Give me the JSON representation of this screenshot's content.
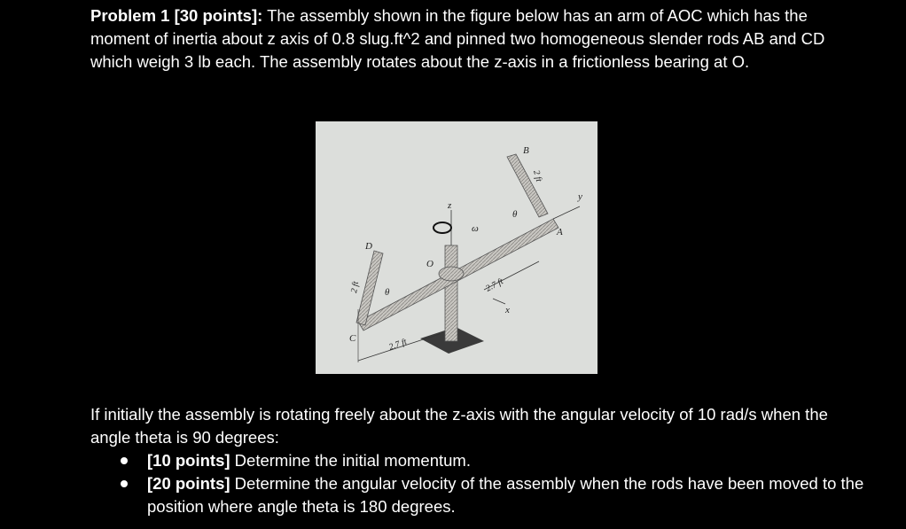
{
  "intro": {
    "heading": "Problem 1 [30 points]:",
    "body": " The assembly shown in the figure below has an arm of AOC which has the moment of inertia about z axis of 0.8 slug.ft^2 and pinned two homogeneous slender rods AB and CD which weigh 3 lb each. The assembly rotates about the z-axis in a frictionless bearing at O."
  },
  "figure": {
    "labels": {
      "B": "B",
      "A": "A",
      "C": "C",
      "D": "D",
      "O": "O",
      "z": "z",
      "y": "y",
      "x": "x",
      "omega": "ω",
      "theta_right": "θ",
      "theta_left": "θ",
      "dim_2ft_right": "2 ft",
      "dim_2ft_left": "2 ft",
      "dim_27ft_right": "2.7 ft",
      "dim_27ft_left": "2.7 ft"
    }
  },
  "followup": "If initially the assembly is rotating freely about the z-axis with the angular velocity of 10 rad/s when the angle theta is 90 degrees:",
  "bullets": [
    {
      "points": "[10 points]",
      "text": " Determine the initial momentum."
    },
    {
      "points": "[20 points]",
      "text": " Determine the angular velocity of the assembly when the rods have been moved to the position where angle theta is 180 degrees."
    }
  ]
}
